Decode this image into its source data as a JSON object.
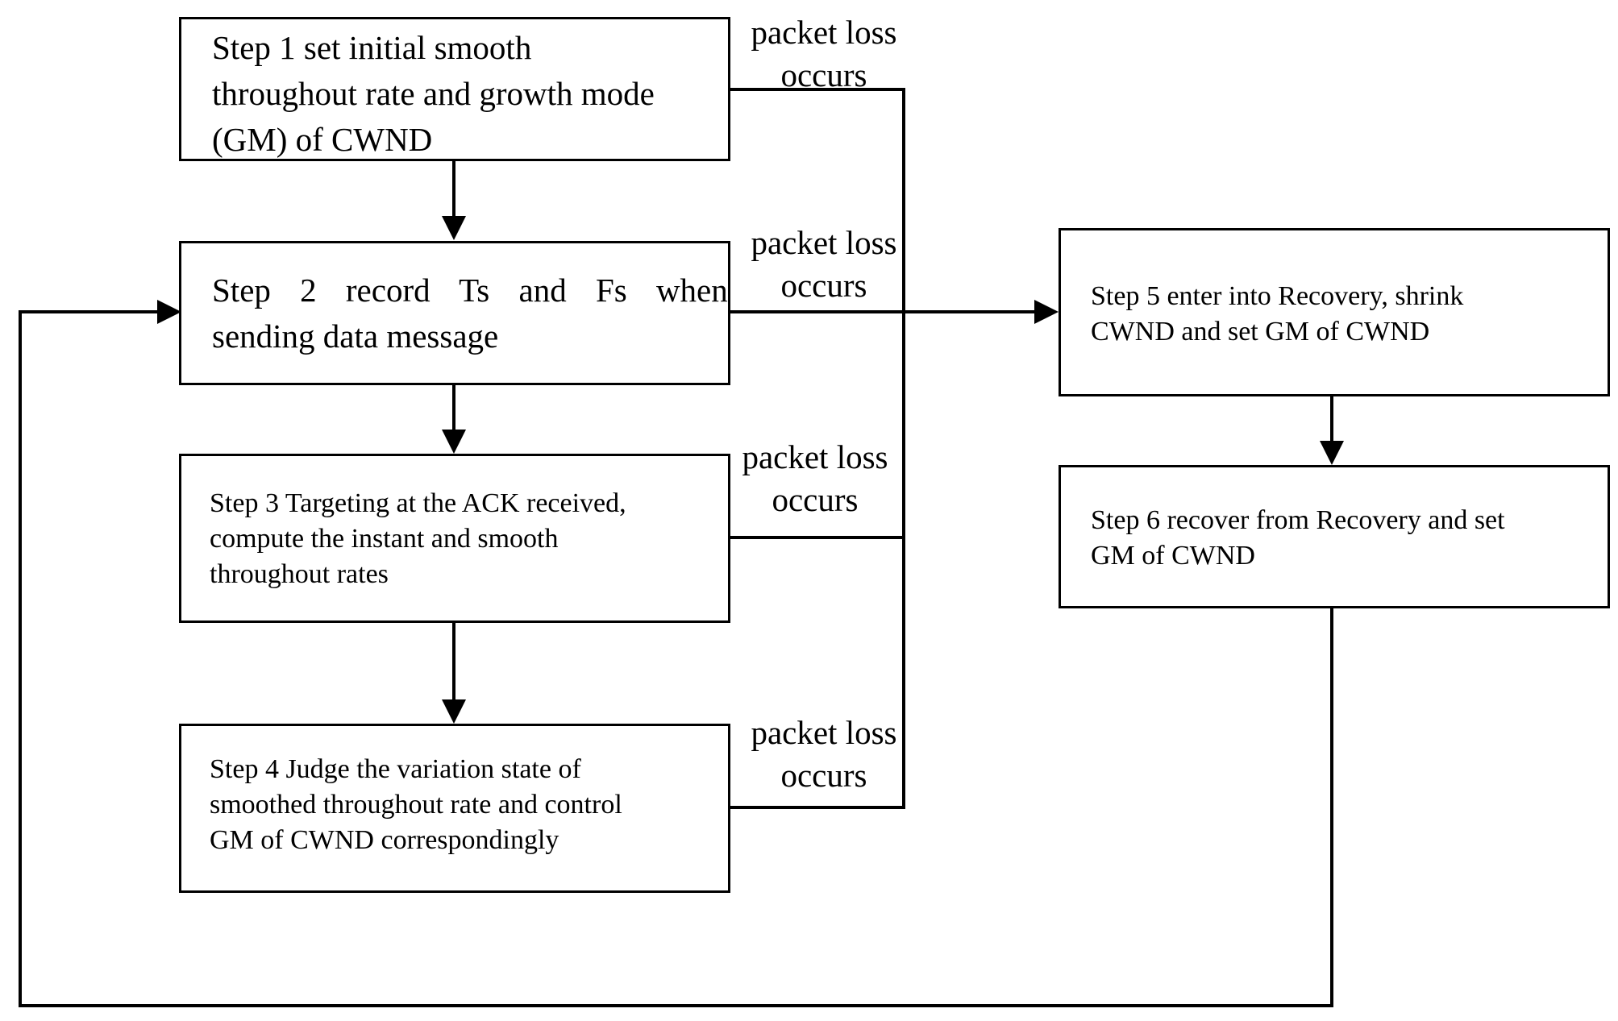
{
  "steps": [
    {
      "lines": [
        "Step 1 set initial smooth",
        "throughout rate and growth mode",
        "(GM) of CWND"
      ]
    },
    {
      "lines": [
        "Step 2 record Ts and Fs when",
        "sending data message"
      ]
    },
    {
      "lines": [
        "Step 3 Targeting at the ACK received,",
        "compute the instant and smooth",
        "throughout rates"
      ]
    },
    {
      "lines": [
        "Step 4 Judge the variation state of",
        "smoothed throughout rate and control",
        "GM of CWND correspondingly"
      ]
    },
    {
      "lines": [
        "Step 5 enter into Recovery, shrink",
        "CWND and set GM of CWND"
      ]
    },
    {
      "lines": [
        "Step 6 recover from Recovery and set",
        "GM of CWND"
      ]
    }
  ],
  "edge_labels": [
    {
      "line1": "packet loss",
      "line2": "occurs"
    },
    {
      "line1": "packet loss",
      "line2": "occurs"
    },
    {
      "line1": "packet loss",
      "line2": "occurs"
    },
    {
      "line1": "packet loss",
      "line2": "occurs"
    }
  ]
}
